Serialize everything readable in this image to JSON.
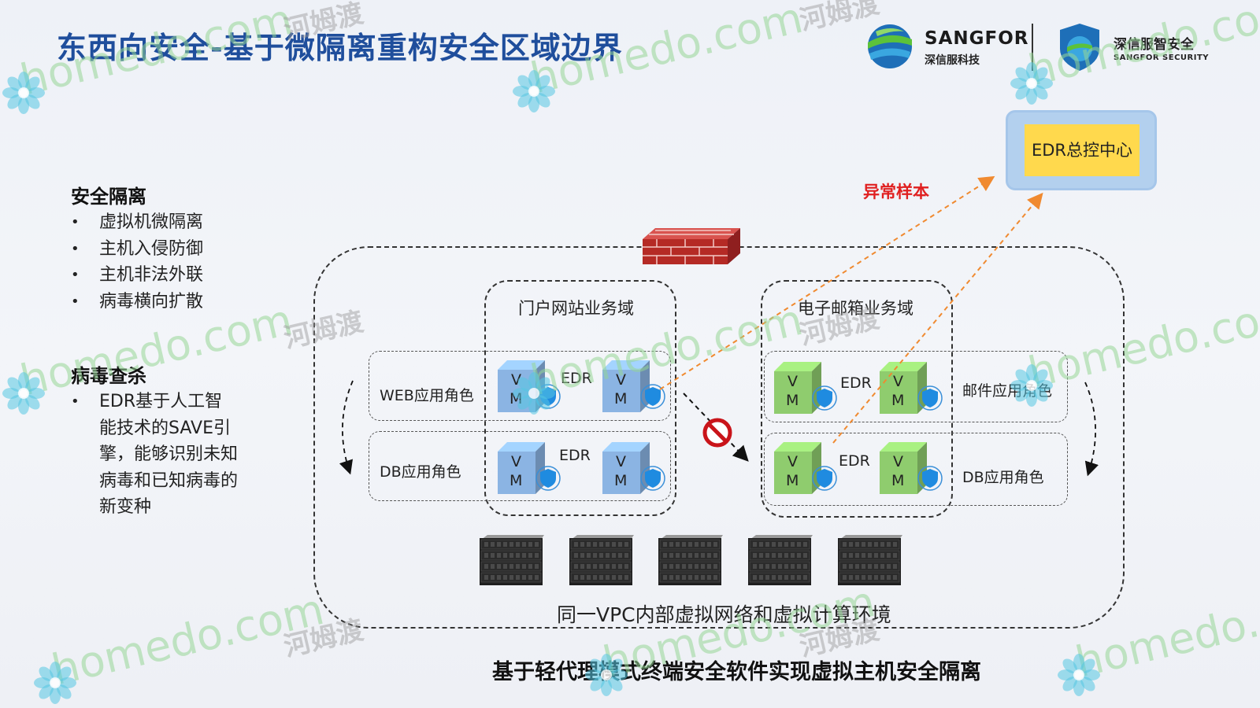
{
  "title": "东西向安全-基于微隔离重构安全区域边界",
  "logos": {
    "sangfor_name": "SANGFOR",
    "sangfor_sub": "深信服科技",
    "security_name": "深信服智安全",
    "security_sub": "SANGFOR SECURITY"
  },
  "left_panel": {
    "section1": {
      "heading": "安全隔离",
      "items": [
        "虚拟机微隔离",
        "主机入侵防御",
        "主机非法外联",
        "病毒横向扩散"
      ]
    },
    "section2": {
      "heading": "病毒查杀",
      "items": [
        "EDR基于人工智能技术的SAVE引擎，能够识别未知病毒和已知病毒的新变种"
      ]
    }
  },
  "edr_center": "EDR总控中心",
  "anomaly_label": "异常样本",
  "domains": {
    "portal": {
      "title": "门户网站业务域",
      "web_role": "WEB应用角色",
      "db_role": "DB应用角色"
    },
    "mail": {
      "title": "电子邮箱业务域",
      "mail_role": "邮件应用角色",
      "db_role": "DB应用角色"
    }
  },
  "edr_label": "EDR",
  "vm_label_v": "V",
  "vm_label_m": "M",
  "vpc_label": "同一VPC内部虚拟网络和虚拟计算环境",
  "bottom_title": "基于轻代理模式终端安全软件实现虚拟主机安全隔离",
  "watermark": {
    "site": "homedo.com",
    "cn": "河姆渡"
  },
  "colors": {
    "title": "#1f4e9c",
    "vm_blue": "#8bb4e3",
    "vm_green": "#8fcc6e",
    "edr_yellow": "#ffd94d",
    "edr_box": "#b3d0ee",
    "anomaly": "#e02020",
    "arrow_orange": "#f08a30"
  }
}
